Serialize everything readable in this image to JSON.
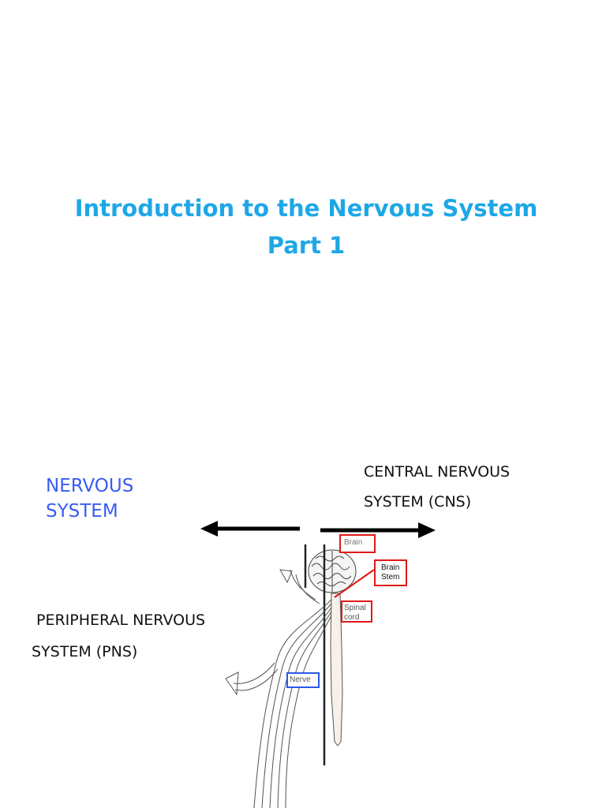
{
  "slide": {
    "title_line1": "Introduction to the Nervous System",
    "title_line2": "Part 1"
  },
  "labels": {
    "nervous_system_line1": "NERVOUS",
    "nervous_system_line2": "SYSTEM",
    "cns_line1": "CENTRAL NERVOUS",
    "cns_line2": "SYSTEM (CNS)",
    "pns_line1": "PERIPHERAL NERVOUS",
    "pns_line2": "SYSTEM (PNS)"
  },
  "callouts": {
    "brain": "Brain",
    "brain_stem_line1": "Brain",
    "brain_stem_line2": "Stem",
    "spinal_cord_line1": "Spinal",
    "spinal_cord_line2": "cord",
    "nerve": "Nerve"
  },
  "colors": {
    "title": "#1ea7e6",
    "nervous_system_label": "#3a5cf2",
    "callout_red": "#e01818",
    "callout_blue": "#2a58e8"
  }
}
